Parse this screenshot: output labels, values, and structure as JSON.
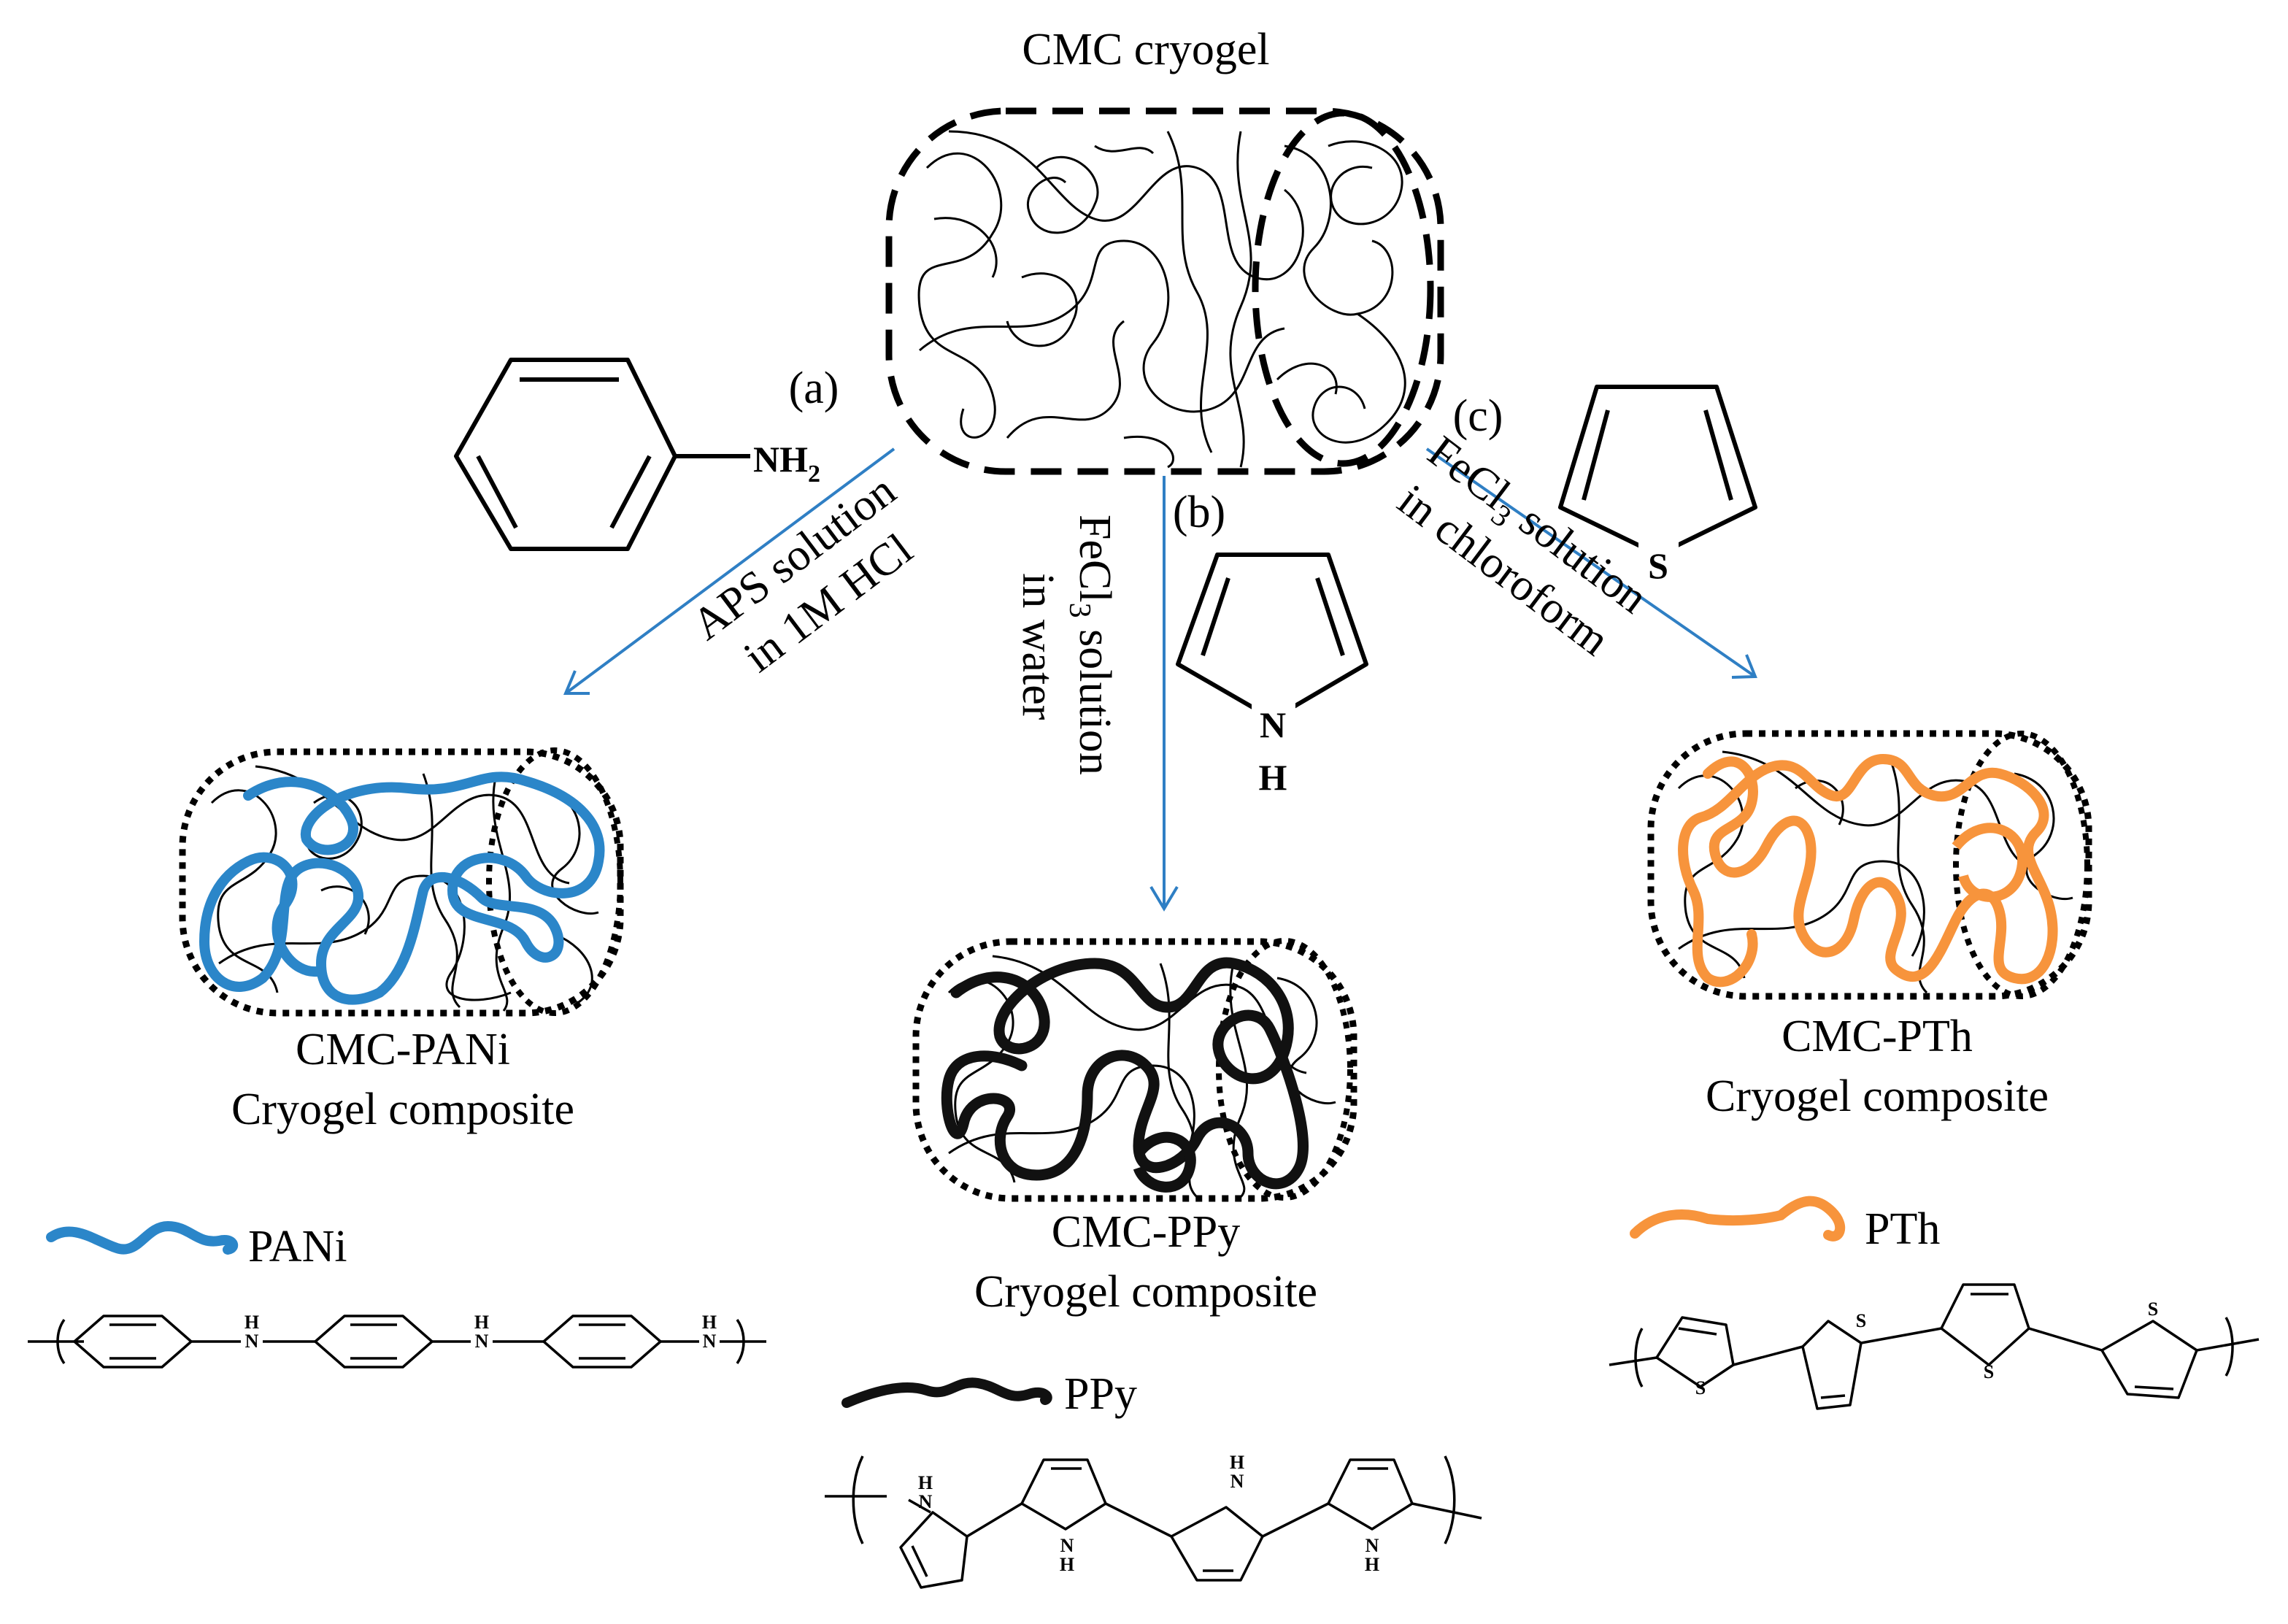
{
  "top": {
    "title": "CMC cryogel"
  },
  "routes": {
    "a": {
      "letter": "(a)",
      "condition_line1": "APS solution",
      "condition_line2": "in 1M HCl",
      "monomer_group": "NH",
      "monomer_group_sub": "2"
    },
    "b": {
      "letter": "(b)",
      "condition_line1_pre": "FeCl",
      "condition_line1_sub": "3",
      "condition_line1_post": " solution",
      "condition_line2": "in water",
      "monomer_atom_n": "N",
      "monomer_atom_h": "H"
    },
    "c": {
      "letter": "(c)",
      "condition_line1_pre": "FeCl",
      "condition_line1_sub": "3",
      "condition_line1_post": " solution",
      "condition_line2": "in chloroform",
      "monomer_atom_s": "S"
    }
  },
  "products": {
    "pani": {
      "line1": "CMC-PANi",
      "line2": "Cryogel composite",
      "legend": "PANi",
      "color": "#2b86c9"
    },
    "ppy": {
      "line1": "CMC-PPy",
      "line2": "Cryogel composite",
      "legend": "PPy",
      "color": "#111111"
    },
    "pth": {
      "line1": "CMC-PTh",
      "line2": "Cryogel composite",
      "legend": "PTh",
      "color": "#f7943c"
    }
  },
  "structures": {
    "pani_nh": "H",
    "pani_n": "N",
    "ppy_h": "H",
    "ppy_n": "N",
    "pth_s": "S"
  },
  "colors": {
    "arrow": "#2f7fc4"
  }
}
